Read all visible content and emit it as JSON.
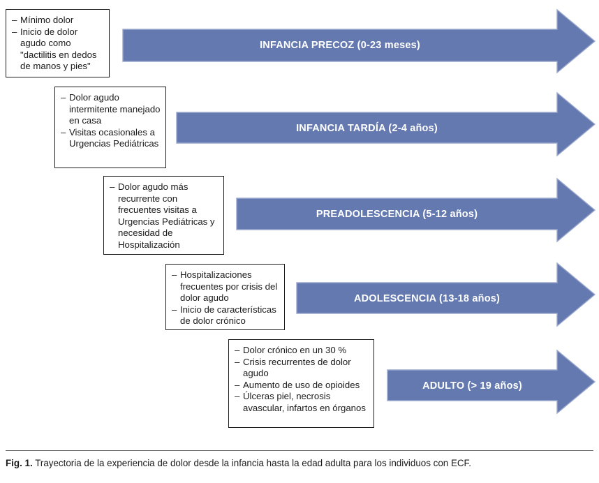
{
  "figure": {
    "caption_label": "Fig. 1.",
    "caption_text": "Trayectoria de la experiencia de dolor desde la infancia hasta la edad adulta para los individuos con ECF.",
    "arrow_fill_color": "#6479b0",
    "arrow_stroke_color": "#9aa8cd",
    "box_border_color": "#1a1a1a",
    "label_text_color": "#ffffff",
    "background_color": "#ffffff"
  },
  "stages": [
    {
      "id": "infancia-precoz",
      "arrow_label": "INFANCIA PRECOZ (0-23 meses)",
      "notes": [
        "Mínimo dolor",
        "Inicio de dolor agudo como \"dactilitis en dedos de manos y pies\""
      ]
    },
    {
      "id": "infancia-tardia",
      "arrow_label": "INFANCIA TARDÍA (2-4 años)",
      "notes": [
        "Dolor agudo intermitente manejado en casa",
        "Visitas ocasionales a Urgencias Pediátricas"
      ]
    },
    {
      "id": "preadolescencia",
      "arrow_label": "PREADOLESCENCIA (5-12 años)",
      "notes": [
        "Dolor agudo más recurrente con frecuentes visitas a Urgencias Pediátricas y necesidad de Hospitalización"
      ]
    },
    {
      "id": "adolescencia",
      "arrow_label": "ADOLESCENCIA (13-18 años)",
      "notes": [
        "Hospitalizaciones frecuentes por crisis del dolor agudo",
        "Inicio de características de dolor crónico"
      ]
    },
    {
      "id": "adulto",
      "arrow_label": "ADULTO (> 19 años)",
      "notes": [
        "Dolor crónico en un 30 %",
        "Crisis recurrentes de dolor agudo",
        "Aumento de uso de opioides",
        "Úlceras piel, necrosis avascular, infartos en órganos"
      ]
    }
  ]
}
